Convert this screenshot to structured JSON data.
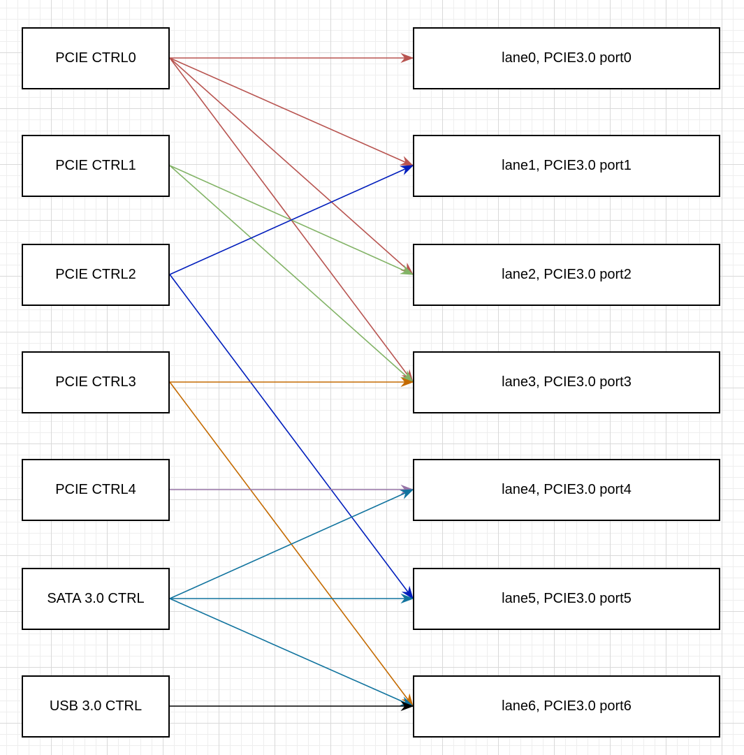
{
  "controllers": [
    {
      "label": "PCIE CTRL0"
    },
    {
      "label": "PCIE CTRL1"
    },
    {
      "label": "PCIE CTRL2"
    },
    {
      "label": "PCIE CTRL3"
    },
    {
      "label": "PCIE CTRL4"
    },
    {
      "label": "SATA 3.0 CTRL"
    },
    {
      "label": "USB 3.0 CTRL"
    }
  ],
  "lanes": [
    {
      "label": "lane0, PCIE3.0 port0"
    },
    {
      "label": "lane1, PCIE3.0 port1"
    },
    {
      "label": "lane2, PCIE3.0 port2"
    },
    {
      "label": "lane3, PCIE3.0 port3"
    },
    {
      "label": "lane4, PCIE3.0 port4"
    },
    {
      "label": "lane5, PCIE3.0 port5"
    },
    {
      "label": "lane6, PCIE3.0 port6"
    }
  ],
  "connections": [
    {
      "from": 0,
      "to": 0,
      "color": "#b85450"
    },
    {
      "from": 0,
      "to": 1,
      "color": "#b85450"
    },
    {
      "from": 0,
      "to": 2,
      "color": "#b85450"
    },
    {
      "from": 0,
      "to": 3,
      "color": "#b85450"
    },
    {
      "from": 1,
      "to": 2,
      "color": "#82b366"
    },
    {
      "from": 1,
      "to": 3,
      "color": "#82b366"
    },
    {
      "from": 2,
      "to": 1,
      "color": "#001dbc"
    },
    {
      "from": 2,
      "to": 5,
      "color": "#001dbc"
    },
    {
      "from": 3,
      "to": 3,
      "color": "#c46a00"
    },
    {
      "from": 3,
      "to": 6,
      "color": "#c46a00"
    },
    {
      "from": 4,
      "to": 4,
      "color": "#9673a6"
    },
    {
      "from": 5,
      "to": 4,
      "color": "#10739e"
    },
    {
      "from": 5,
      "to": 5,
      "color": "#10739e"
    },
    {
      "from": 5,
      "to": 6,
      "color": "#10739e"
    },
    {
      "from": 6,
      "to": 6,
      "color": "#000000"
    }
  ]
}
